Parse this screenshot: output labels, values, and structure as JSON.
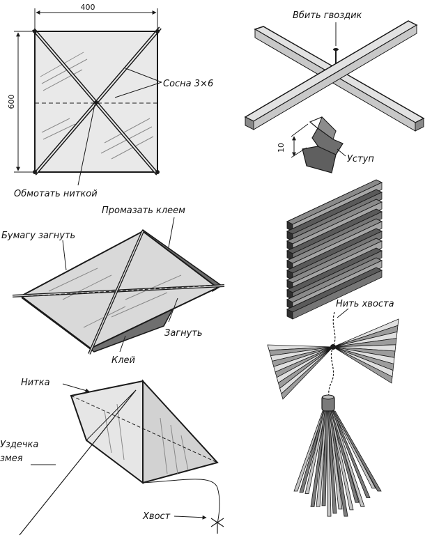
{
  "kite_frame": {
    "width_label": "400",
    "height_label": "600",
    "pine_label": "Сосна 3×6",
    "wrap_label": "Обмотать ниткой"
  },
  "kite_paper": {
    "glue_coat_label": "Промазать клеем",
    "fold_paper_label": "Бумагу загнуть",
    "fold_label": "Загнуть",
    "glue_label": "Клей"
  },
  "kite_flying": {
    "thread_label": "Нитка",
    "bridle_label_line1": "Уздечка",
    "bridle_label_line2": "змея",
    "tail_label": "Хвост"
  },
  "cross_joint": {
    "nail_label": "Вбить гвоздик",
    "step_dim_label": "10",
    "step_label": "Уступ"
  },
  "tail": {
    "tail_thread_label": "Нить хвоста"
  }
}
